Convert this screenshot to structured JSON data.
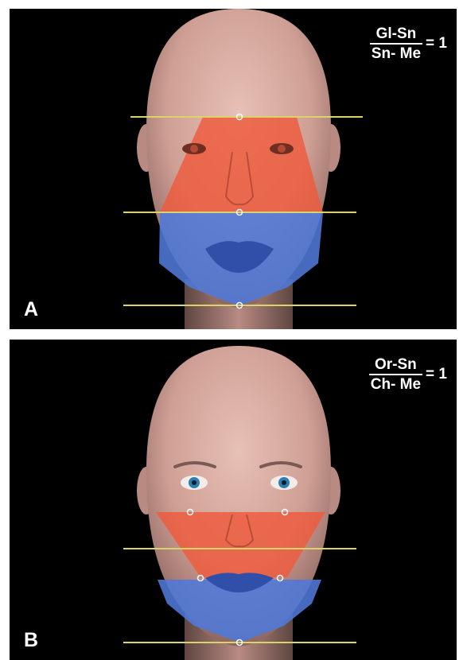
{
  "panels": [
    {
      "letter": "A",
      "formula": {
        "numerator": "Gl-Sn",
        "denominator": "Sn- Me",
        "equals": "= 1"
      },
      "eye_color": "#b04a35"
    },
    {
      "letter": "B",
      "formula": {
        "numerator": "Or-Sn",
        "denominator": "Ch- Me",
        "equals": "= 1"
      },
      "eye_color": "#2b7fb0"
    }
  ],
  "colors": {
    "background": "#000000",
    "skin": "#d8aca2",
    "upper_region": "#ee5a3c",
    "lower_region": "#4f79d8",
    "guide_line": "#d9d36a",
    "landmark": "#ffffff"
  }
}
